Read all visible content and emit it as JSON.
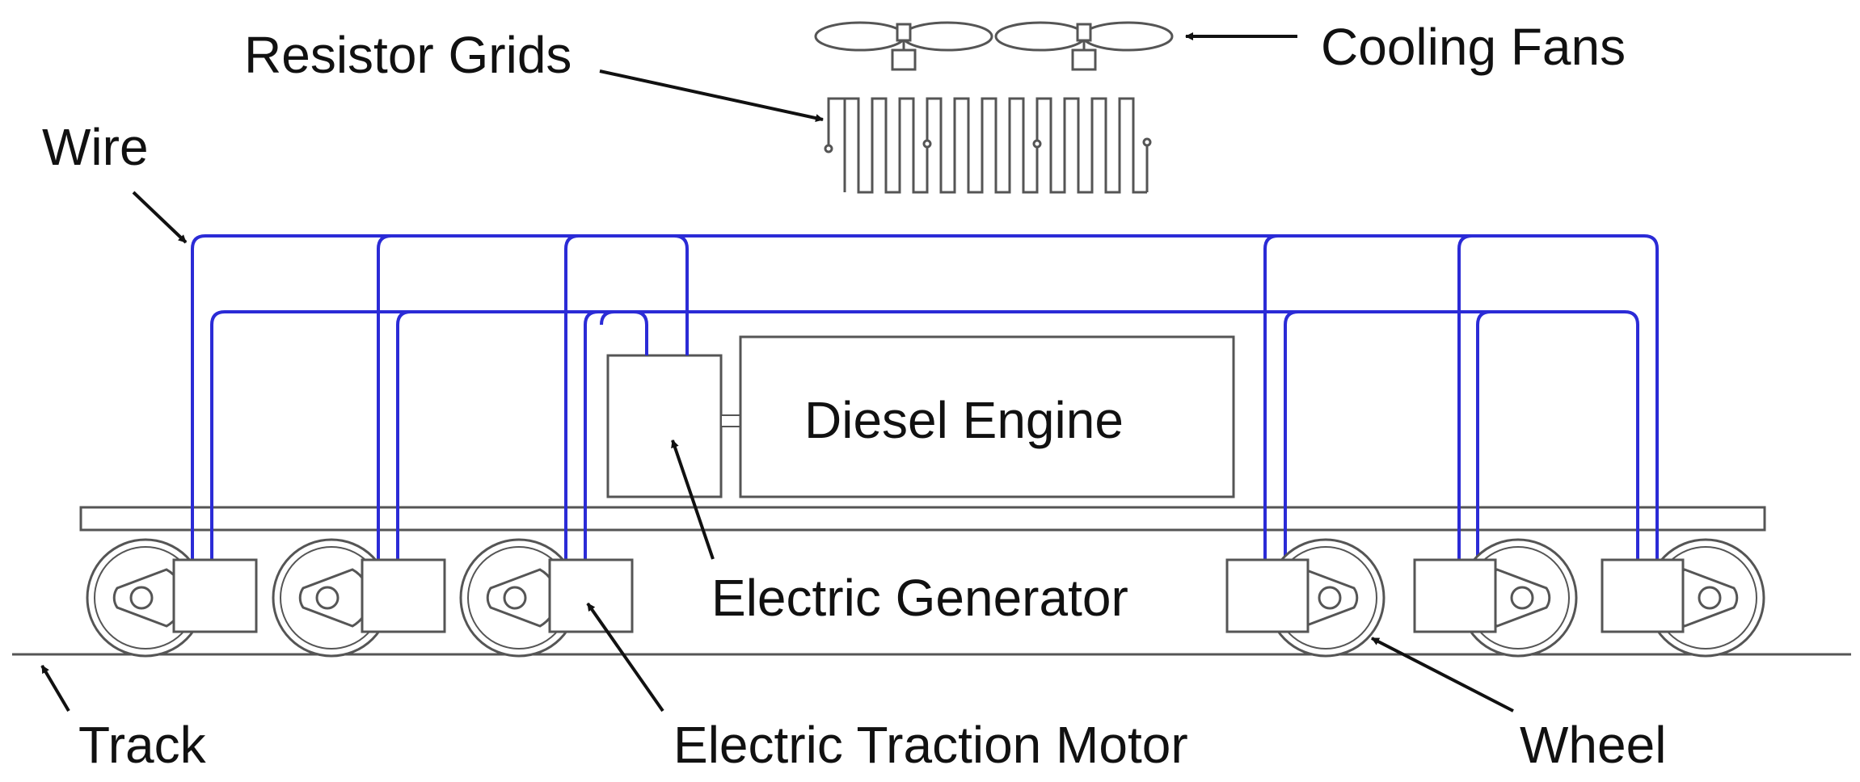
{
  "labels": {
    "resistor_grids": "Resistor Grids",
    "cooling_fans": "Cooling Fans",
    "wire": "Wire",
    "diesel_engine": "Diesel Engine",
    "electric_generator": "Electric Generator",
    "track": "Track",
    "electric_traction_motor": "Electric Traction Motor",
    "wheel": "Wheel"
  },
  "colors": {
    "wire": "#2b2bd6",
    "outline": "#555555",
    "text": "#111111",
    "background": "#ffffff"
  },
  "components": {
    "wheel_motor_units": 6,
    "cooling_fans": 2
  }
}
